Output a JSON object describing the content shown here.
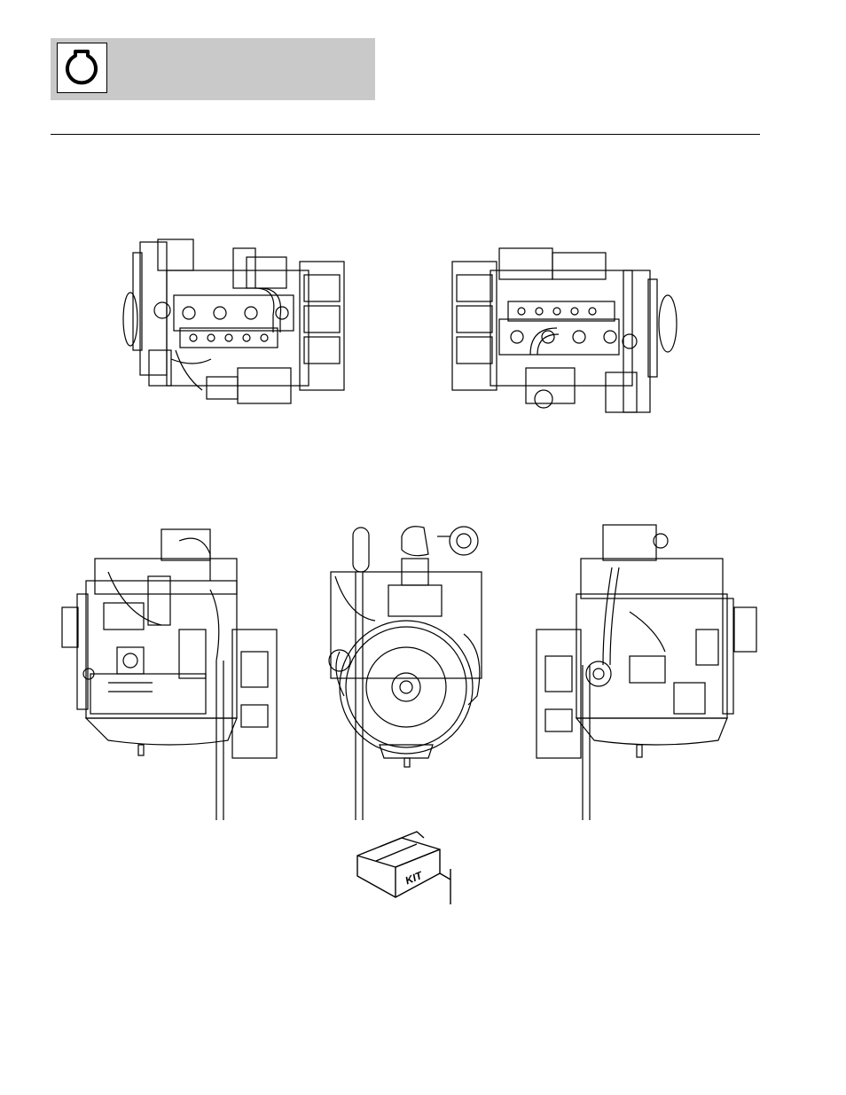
{
  "header": {
    "logo_icon": "engine-section-icon",
    "band_color": "#c9c9c9"
  },
  "figures": [
    {
      "id": "engine-top-view-left",
      "icon": "engine-top-view"
    },
    {
      "id": "engine-top-view-right",
      "icon": "engine-top-view"
    },
    {
      "id": "engine-left-side-view",
      "icon": "engine-side-view"
    },
    {
      "id": "engine-rear-flywheel-view",
      "icon": "engine-rear-view"
    },
    {
      "id": "engine-right-side-view",
      "icon": "engine-side-view"
    }
  ],
  "kit": {
    "label": "KIT",
    "icon": "kit-box-icon"
  }
}
